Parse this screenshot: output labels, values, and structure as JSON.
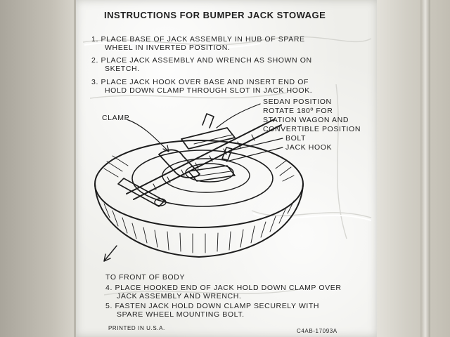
{
  "title": "INSTRUCTIONS FOR BUMPER JACK STOWAGE",
  "steps": [
    {
      "line1": "1. PLACE BASE OF JACK ASSEMBLY IN HUB OF SPARE",
      "line2": "WHEEL IN INVERTED POSITION."
    },
    {
      "line1": "2. PLACE JACK ASSEMBLY AND WRENCH AS SHOWN ON",
      "line2": "SKETCH."
    },
    {
      "line1": "3. PLACE JACK HOOK OVER BASE AND INSERT END OF",
      "line2": "HOLD DOWN CLAMP THROUGH SLOT IN JACK HOOK."
    },
    {
      "line1": "4. PLACE HOOKED END OF JACK HOLD DOWN CLAMP OVER",
      "line2": "JACK ASSEMBLY AND WRENCH."
    },
    {
      "line1": "5. FASTEN JACK HOLD DOWN CLAMP SECURELY WITH",
      "line2": "SPARE WHEEL MOUNTING BOLT."
    }
  ],
  "diagram": {
    "note_lines": [
      "SEDAN POSITION",
      "ROTATE 180º FOR",
      "STATION WAGON AND",
      "CONVERTIBLE POSITION"
    ],
    "label_clamp": "CLAMP",
    "label_bolt": "BOLT",
    "label_jack_hook": "JACK HOOK",
    "label_front": "TO FRONT OF BODY"
  },
  "footer": {
    "printed": "PRINTED IN U.S.A.",
    "part_number": "C4AB-17093A"
  }
}
